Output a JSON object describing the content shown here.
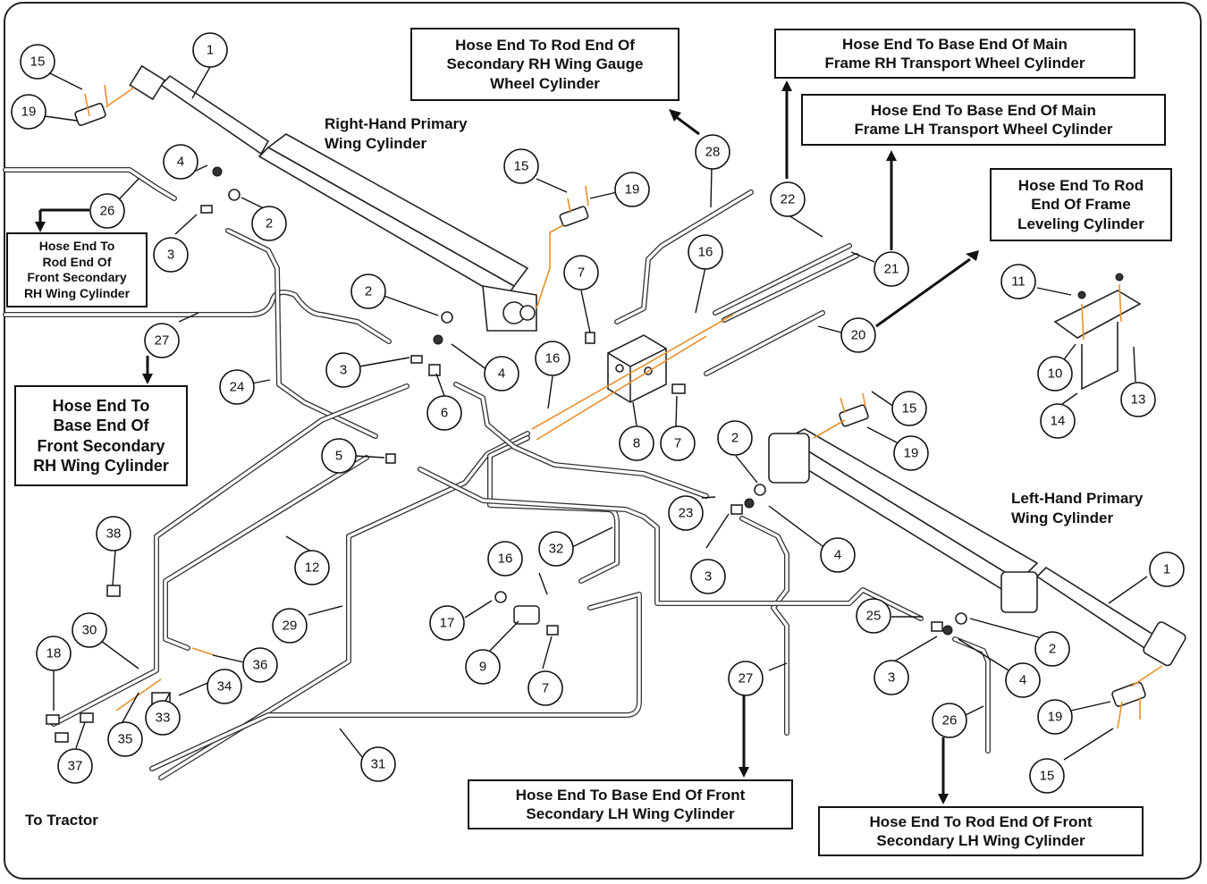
{
  "labels": {
    "rh_gauge": [
      "Hose End To Rod End Of",
      "Secondary RH Wing Gauge",
      "Wheel Cylinder"
    ],
    "main_rh": [
      "Hose End To Base End Of Main",
      "Frame RH Transport Wheel Cylinder"
    ],
    "main_lh": [
      "Hose End To Base End Of Main",
      "Frame LH Transport Wheel Cylinder"
    ],
    "frame_level": [
      "Hose End To Rod",
      "End Of Frame",
      "Leveling Cylinder"
    ],
    "rod_front_rh": [
      "Hose End To",
      "Rod End Of",
      "Front Secondary",
      "RH Wing Cylinder"
    ],
    "base_front_rh": [
      "Hose End To",
      "Base End Of",
      "Front Secondary",
      "RH Wing Cylinder"
    ],
    "base_front_lh": [
      "Hose End To Base End Of Front",
      "Secondary LH Wing Cylinder"
    ],
    "rod_front_lh": [
      "Hose End To Rod End Of Front",
      "Secondary LH Wing Cylinder"
    ],
    "rh_primary": [
      "Right-Hand Primary",
      "Wing Cylinder"
    ],
    "lh_primary": [
      "Left-Hand Primary",
      "Wing Cylinder"
    ],
    "to_tractor": "To Tractor"
  },
  "callouts": [
    "1",
    "15",
    "19",
    "4",
    "2",
    "3",
    "26",
    "27",
    "24",
    "5",
    "6",
    "16",
    "7",
    "8",
    "28",
    "22",
    "21",
    "20",
    "11",
    "10",
    "14",
    "13",
    "23",
    "32",
    "12",
    "38",
    "30",
    "18",
    "37",
    "29",
    "36",
    "34",
    "33",
    "35",
    "17",
    "9",
    "31",
    "25",
    "19",
    "15"
  ]
}
